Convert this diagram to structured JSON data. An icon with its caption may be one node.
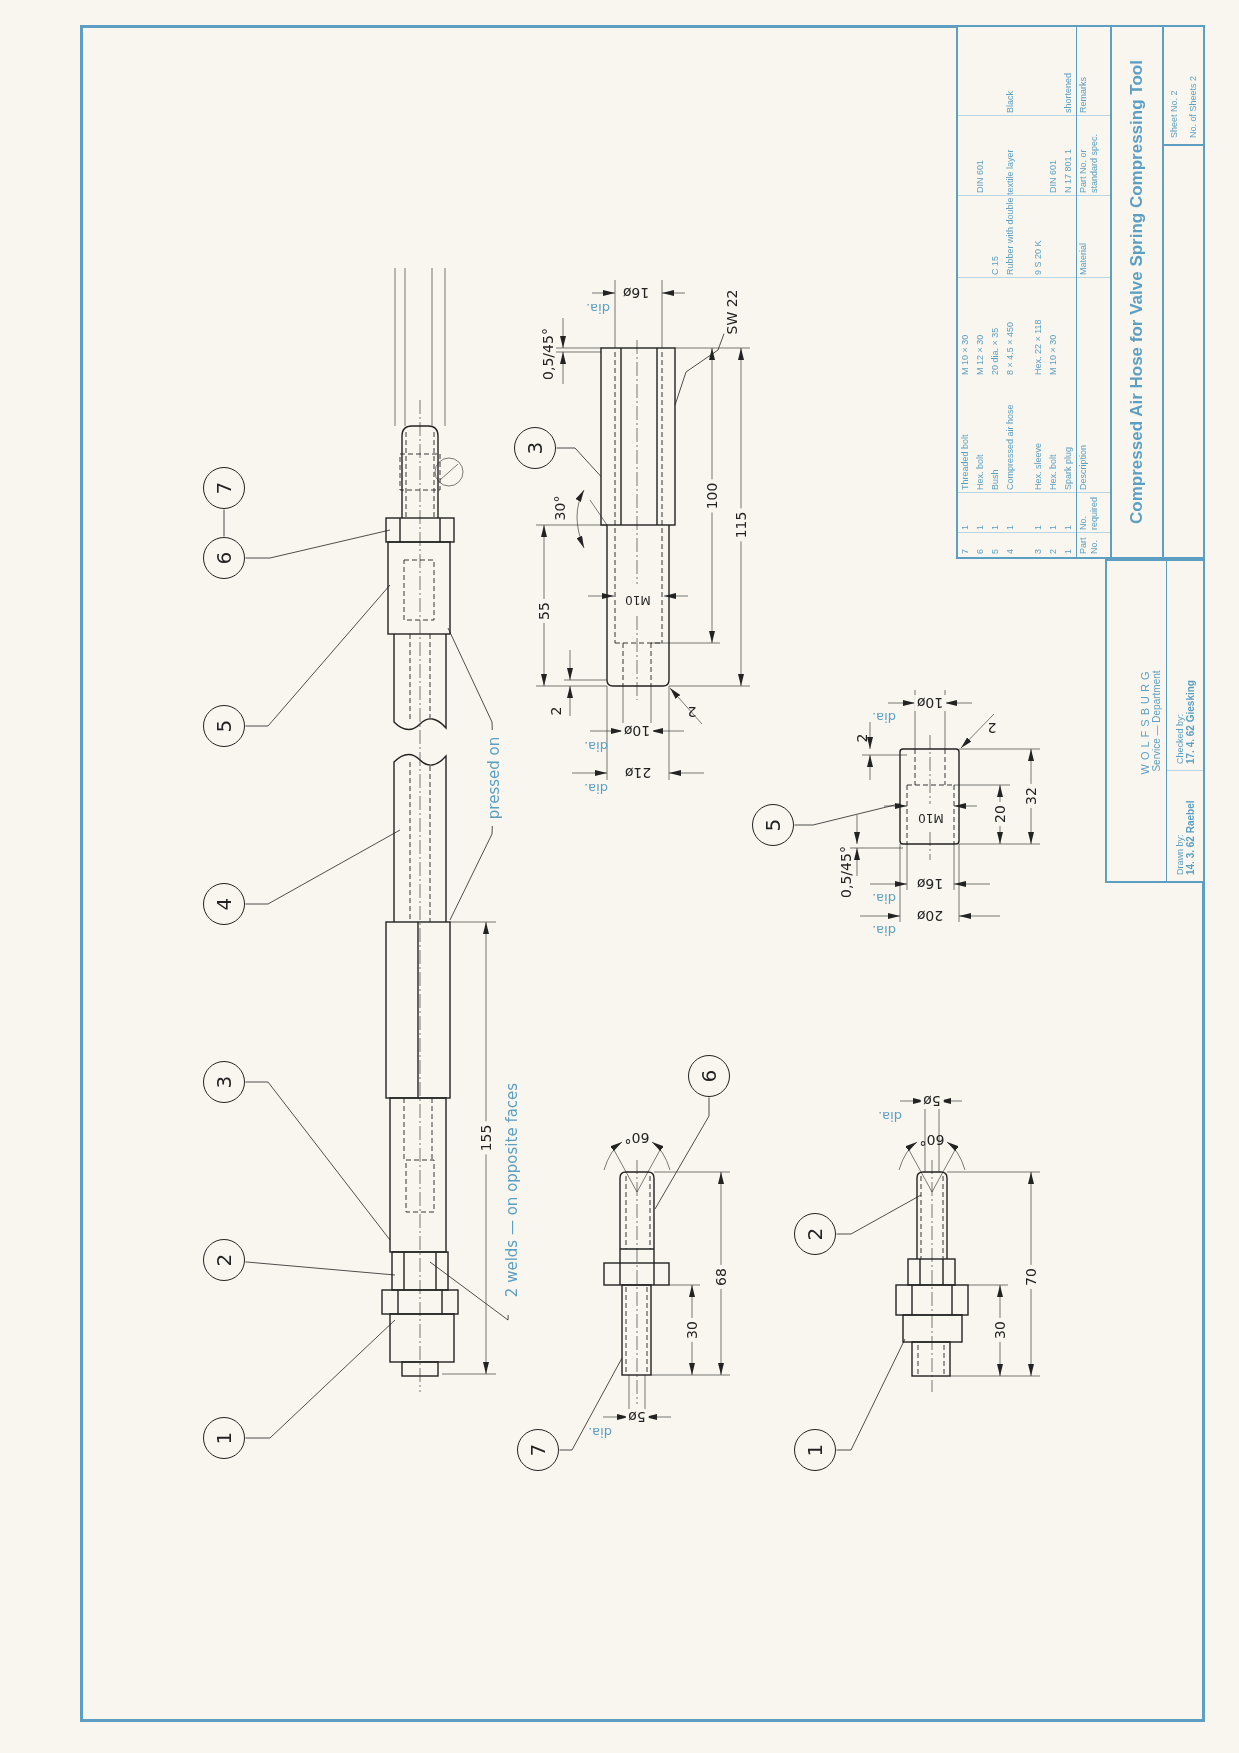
{
  "diagram": {
    "title": "Compressed Air Hose for Valve Spring Compressing Tool",
    "nodes": [
      {
        "text": [
          "7"
        ]
      },
      {
        "text": [
          "6"
        ]
      },
      {
        "text": [
          "5"
        ]
      },
      {
        "text": [
          "4"
        ]
      },
      {
        "text": [
          "3"
        ]
      },
      {
        "text": [
          "2"
        ]
      },
      {
        "text": [
          "1"
        ]
      },
      {
        "text": [
          "pressed on"
        ]
      },
      {
        "text": [
          "2 welds — on opposite faces"
        ]
      },
      {
        "text": [
          "3"
        ]
      },
      {
        "text": [
          "SW 22"
        ]
      },
      {
        "text": [
          "5"
        ]
      },
      {
        "text": [
          "6"
        ]
      },
      {
        "text": [
          "7"
        ]
      },
      {
        "text": [
          "2"
        ]
      },
      {
        "text": [
          "1"
        ]
      },
      {
        "text": [],
        "shape": "picture"
      },
      {
        "text": [],
        "shape": "picture"
      }
    ],
    "edges": [
      {
        "from": 0,
        "to": 1,
        "arrow": "none"
      },
      {
        "from": 1,
        "to": null,
        "arrow": "none"
      },
      {
        "from": 2,
        "to": null,
        "arrow": "none"
      },
      {
        "from": 3,
        "to": null,
        "arrow": "none"
      },
      {
        "from": 4,
        "to": null,
        "arrow": "none"
      },
      {
        "from": 5,
        "to": null,
        "arrow": "none"
      },
      {
        "from": 6,
        "to": null,
        "arrow": "none"
      },
      {
        "from": 7,
        "to": null,
        "arrow": "none"
      },
      {
        "from": 7,
        "to": null,
        "arrow": "none"
      },
      {
        "from": 8,
        "to": null,
        "arrow": "none"
      },
      {
        "from": 9,
        "to": 16,
        "arrow": "none"
      },
      {
        "from": 10,
        "to": 16,
        "arrow": "none"
      },
      {
        "from": 11,
        "to": 17,
        "arrow": "none"
      },
      {
        "from": 12,
        "to": null,
        "arrow": "none"
      },
      {
        "from": 13,
        "to": null,
        "arrow": "none"
      },
      {
        "from": 14,
        "to": null,
        "arrow": "none"
      },
      {
        "from": 15,
        "to": null,
        "arrow": "none"
      }
    ],
    "labels": [
      "155",
      "16ø",
      "dia.",
      "0,5/45°",
      "30°",
      "100",
      "115",
      "55",
      "M10",
      "2",
      "2",
      "10ø",
      "dia.",
      "21ø",
      "dia.",
      "10ø",
      "dia.",
      "2",
      "2",
      "M10",
      "20",
      "32",
      "0,5/45°",
      "16ø",
      "dia.",
      "20ø",
      "dia.",
      "60°",
      "68",
      "30",
      "5ø",
      "dia.",
      "5ø",
      "dia.",
      "60°",
      "70",
      "30",
      "7",
      "1",
      "Threaded bolt",
      "M 10 × 30",
      "6",
      "1",
      "Hex. bolt",
      "M 12 × 30",
      "DIN 601",
      "5",
      "1",
      "Bush",
      "20 dia. × 35",
      "C 15",
      "4",
      "1",
      "Compressed air hose",
      "8 × 4.5 × 450",
      "Rubber with double textile layer",
      "Black",
      "3",
      "1",
      "Hex. sleeve",
      "Hex. 22 × 118",
      "9 S 20 K",
      "2",
      "1",
      "Hex. bolt",
      "M 10 × 30",
      "DIN 601",
      "1",
      "1",
      "Spark plug",
      "N 17 801 1",
      "shortened",
      "Part No.",
      "No. required",
      "Description",
      "Material",
      "Part No. or standard spec.",
      "Remarks",
      "Sheet No. 2",
      "No. of Sheets 2",
      "WOLFSBURG",
      "Service — Department",
      "Drawn by:",
      "14. 3. 62 Raebel",
      "Checked by:",
      "17. 4. 62 Giesking"
    ]
  }
}
